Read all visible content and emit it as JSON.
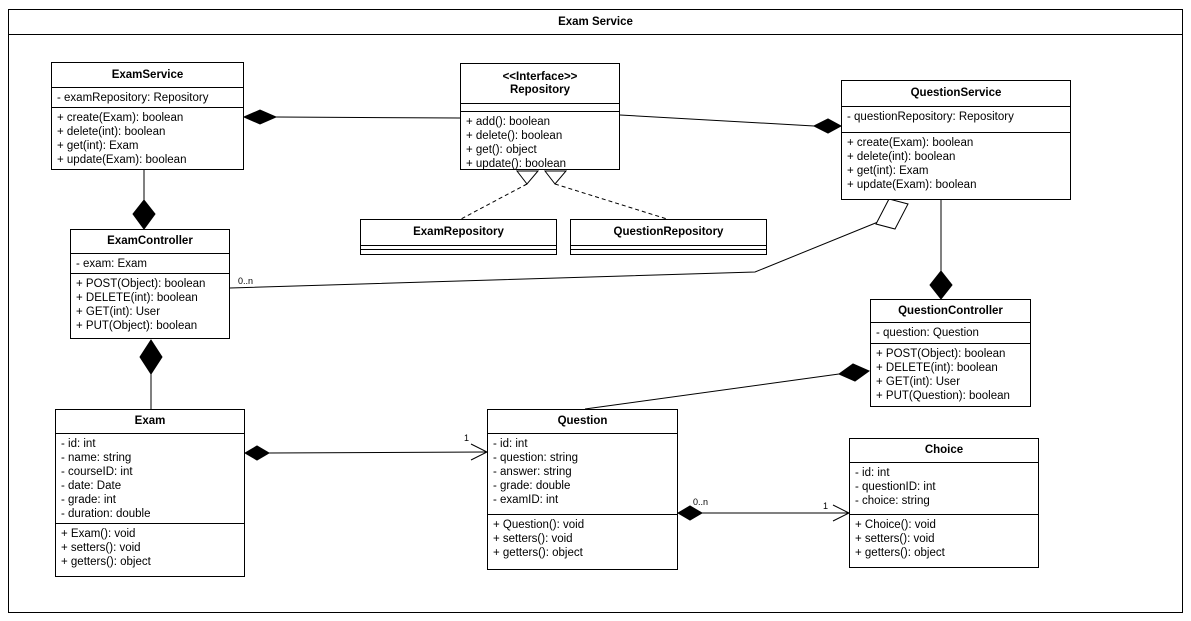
{
  "diagram": {
    "title": "Exam Service"
  },
  "classes": [
    {
      "id": "exam-service",
      "name": "ExamService",
      "stereotype": null,
      "attributes": [
        "- examRepository: Repository"
      ],
      "methods": [
        "+ create(Exam): boolean",
        "+ delete(int): boolean",
        "+ get(int): Exam",
        "+ update(Exam): boolean"
      ]
    },
    {
      "id": "repository",
      "name": "Repository",
      "stereotype": "<<Interface>>",
      "attributes": [],
      "methods": [
        "+ add(): boolean",
        "+ delete(): boolean",
        "+ get(): object",
        "+ update(): boolean"
      ]
    },
    {
      "id": "question-service",
      "name": "QuestionService",
      "stereotype": null,
      "attributes": [
        "- questionRepository: Repository"
      ],
      "methods": [
        "+ create(Exam): boolean",
        "+ delete(int): boolean",
        "+ get(int): Exam",
        "+ update(Exam): boolean"
      ]
    },
    {
      "id": "exam-controller",
      "name": "ExamController",
      "stereotype": null,
      "attributes": [
        "- exam: Exam"
      ],
      "methods": [
        "+ POST(Object): boolean",
        "+ DELETE(int): boolean",
        "+ GET(int): User",
        "+ PUT(Object): boolean"
      ]
    },
    {
      "id": "exam-repository",
      "name": "ExamRepository",
      "stereotype": null,
      "attributes": [],
      "methods": []
    },
    {
      "id": "question-repository",
      "name": "QuestionRepository",
      "stereotype": null,
      "attributes": [],
      "methods": []
    },
    {
      "id": "question-controller",
      "name": "QuestionController",
      "stereotype": null,
      "attributes": [
        "- question: Question"
      ],
      "methods": [
        "+ POST(Object): boolean",
        "+ DELETE(int): boolean",
        "+ GET(int): User",
        "+ PUT(Question): boolean"
      ]
    },
    {
      "id": "exam",
      "name": "Exam",
      "stereotype": null,
      "attributes": [
        "- id: int",
        "- name: string",
        "- courseID: int",
        "- date: Date",
        "- grade: int",
        "- duration: double"
      ],
      "methods": [
        "+ Exam(): void",
        "+ setters(): void",
        "+ getters(): object"
      ]
    },
    {
      "id": "question",
      "name": "Question",
      "stereotype": null,
      "attributes": [
        "- id: int",
        "- question: string",
        "- answer: string",
        "- grade: double",
        "- examID: int"
      ],
      "methods": [
        "+ Question(): void",
        "+ setters(): void",
        "+ getters(): object"
      ]
    },
    {
      "id": "choice",
      "name": "Choice",
      "stereotype": null,
      "attributes": [
        "- id: int",
        "- questionID: int",
        "- choice: string"
      ],
      "methods": [
        "+ Choice(): void",
        "+ setters(): void",
        "+ getters(): object"
      ]
    }
  ],
  "connections": [
    {
      "id": "examservice-repository",
      "from": "ExamService",
      "to": "Repository",
      "type": "composition",
      "multiplicities": []
    },
    {
      "id": "repository-questionservice",
      "from": "Repository",
      "to": "QuestionService",
      "type": "composition",
      "multiplicities": []
    },
    {
      "id": "repository-examrepository",
      "from": "Repository",
      "to": "ExamRepository",
      "type": "realization",
      "multiplicities": []
    },
    {
      "id": "repository-questionrepository",
      "from": "Repository",
      "to": "QuestionRepository",
      "type": "realization",
      "multiplicities": []
    },
    {
      "id": "examservice-examcontroller",
      "from": "ExamService",
      "to": "ExamController",
      "type": "composition",
      "multiplicities": []
    },
    {
      "id": "examcontroller-exam",
      "from": "ExamController",
      "to": "Exam",
      "type": "composition",
      "multiplicities": []
    },
    {
      "id": "questionservice-questioncontroller",
      "from": "QuestionService",
      "to": "QuestionController",
      "type": "composition",
      "multiplicities": []
    },
    {
      "id": "examcontroller-questionservice",
      "from": "ExamController",
      "to": "QuestionService",
      "type": "aggregation",
      "multiplicities": [
        "0..n"
      ]
    },
    {
      "id": "exam-question",
      "from": "Exam",
      "to": "Question",
      "type": "composition-arrow",
      "multiplicities": [
        "1"
      ]
    },
    {
      "id": "question-choice",
      "from": "Question",
      "to": "Choice",
      "type": "composition-arrow",
      "multiplicities": [
        "0..n",
        "1"
      ]
    },
    {
      "id": "question-questioncontroller",
      "from": "Question",
      "to": "QuestionController",
      "type": "composition",
      "multiplicities": []
    }
  ]
}
